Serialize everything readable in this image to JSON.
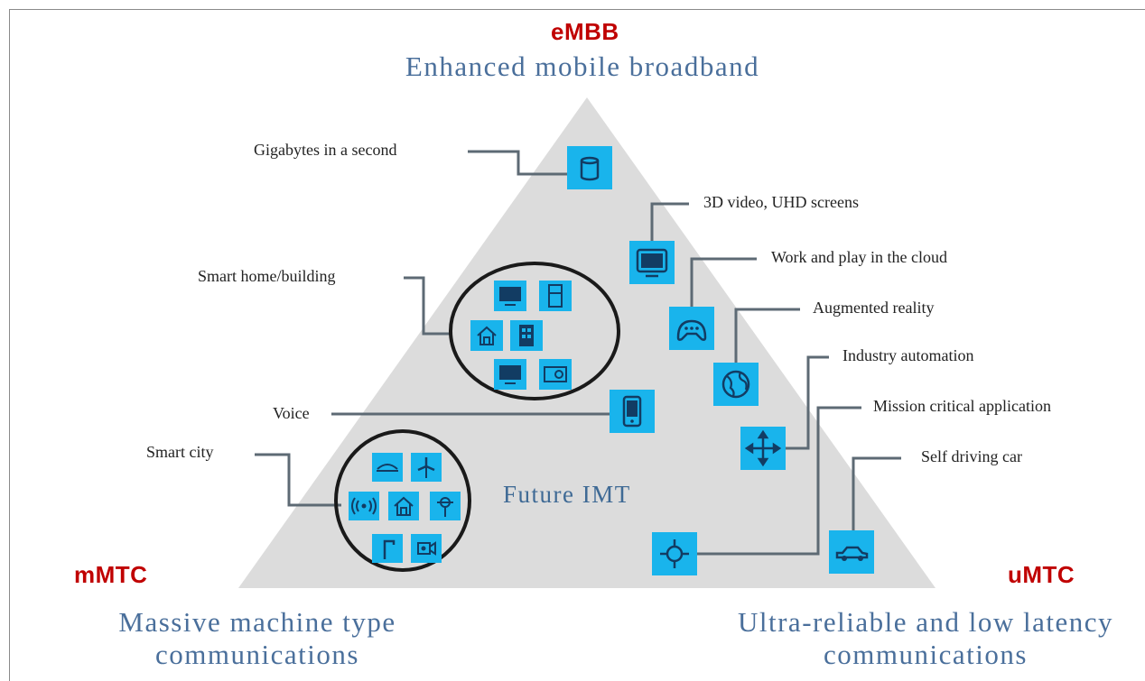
{
  "title": {
    "code": "eMBB",
    "description": "Enhanced mobile broadband"
  },
  "corners": {
    "left": {
      "code": "mMTC",
      "description_line1": "Massive machine type",
      "description_line2": "communications"
    },
    "right": {
      "code": "uMTC",
      "description_line1": "Ultra-reliable and low latency",
      "description_line2": "communications"
    }
  },
  "center_label": "Future IMT",
  "features": {
    "gigabytes": "Gigabytes in a second",
    "video_3d": "3D video, UHD screens",
    "cloud": "Work and play in the cloud",
    "ar": "Augmented reality",
    "industry": "Industry automation",
    "mission": "Mission critical application",
    "self_driving": "Self driving car",
    "smart_home": "Smart home/building",
    "voice": "Voice",
    "smart_city": "Smart city"
  },
  "colors": {
    "triangle": "#dcdcdc",
    "icon_fill": "#19b4ec",
    "icon_dark": "#123c63",
    "connector": "#5d6a74",
    "accent_red": "#c00000",
    "accent_blue": "#4a6f9b"
  }
}
